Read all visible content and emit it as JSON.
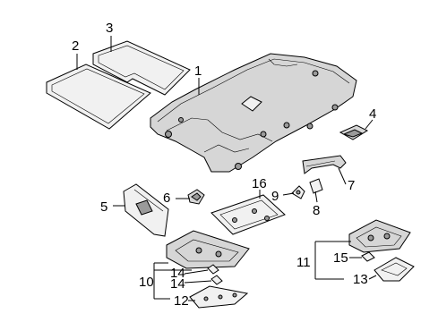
{
  "diagram": {
    "labels": [
      "1",
      "2",
      "3",
      "4",
      "5",
      "6",
      "7",
      "8",
      "9",
      "10",
      "11",
      "12",
      "13",
      "14",
      "14",
      "15",
      "16"
    ]
  },
  "colors": {
    "line": "#000000",
    "fill_light": "#f1f1f1",
    "fill_mid": "#d6d6d6",
    "fill_dark": "#9a9a9a"
  }
}
